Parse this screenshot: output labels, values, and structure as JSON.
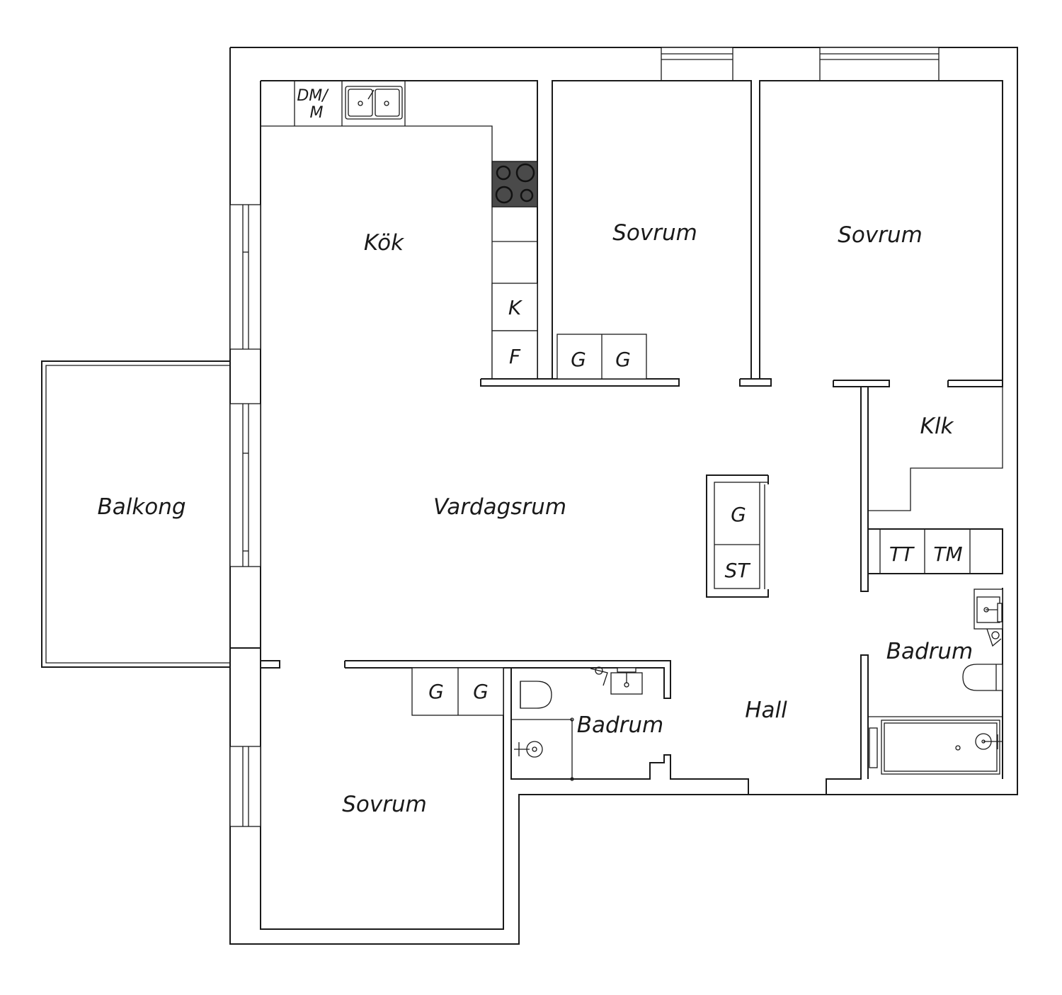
{
  "rooms": {
    "kok": "Kök",
    "sovrum_1": "Sovrum",
    "sovrum_2": "Sovrum",
    "sovrum_3": "Sovrum",
    "balkong": "Balkong",
    "vardagsrum": "Vardagsrum",
    "klk": "Klk",
    "badrum_1": "Badrum",
    "badrum_2": "Badrum",
    "hall": "Hall"
  },
  "fixtures": {
    "dm_line1": "DM/",
    "dm_line2": "M",
    "kyl": "K",
    "frys": "F",
    "g1": "G",
    "g2": "G",
    "g3": "G",
    "g4": "G",
    "g5": "G",
    "st": "ST",
    "tt": "TT",
    "tm": "TM"
  },
  "colors": {
    "line": "#1a1a1a",
    "hob": "#4a4a4a",
    "background": "#ffffff"
  }
}
